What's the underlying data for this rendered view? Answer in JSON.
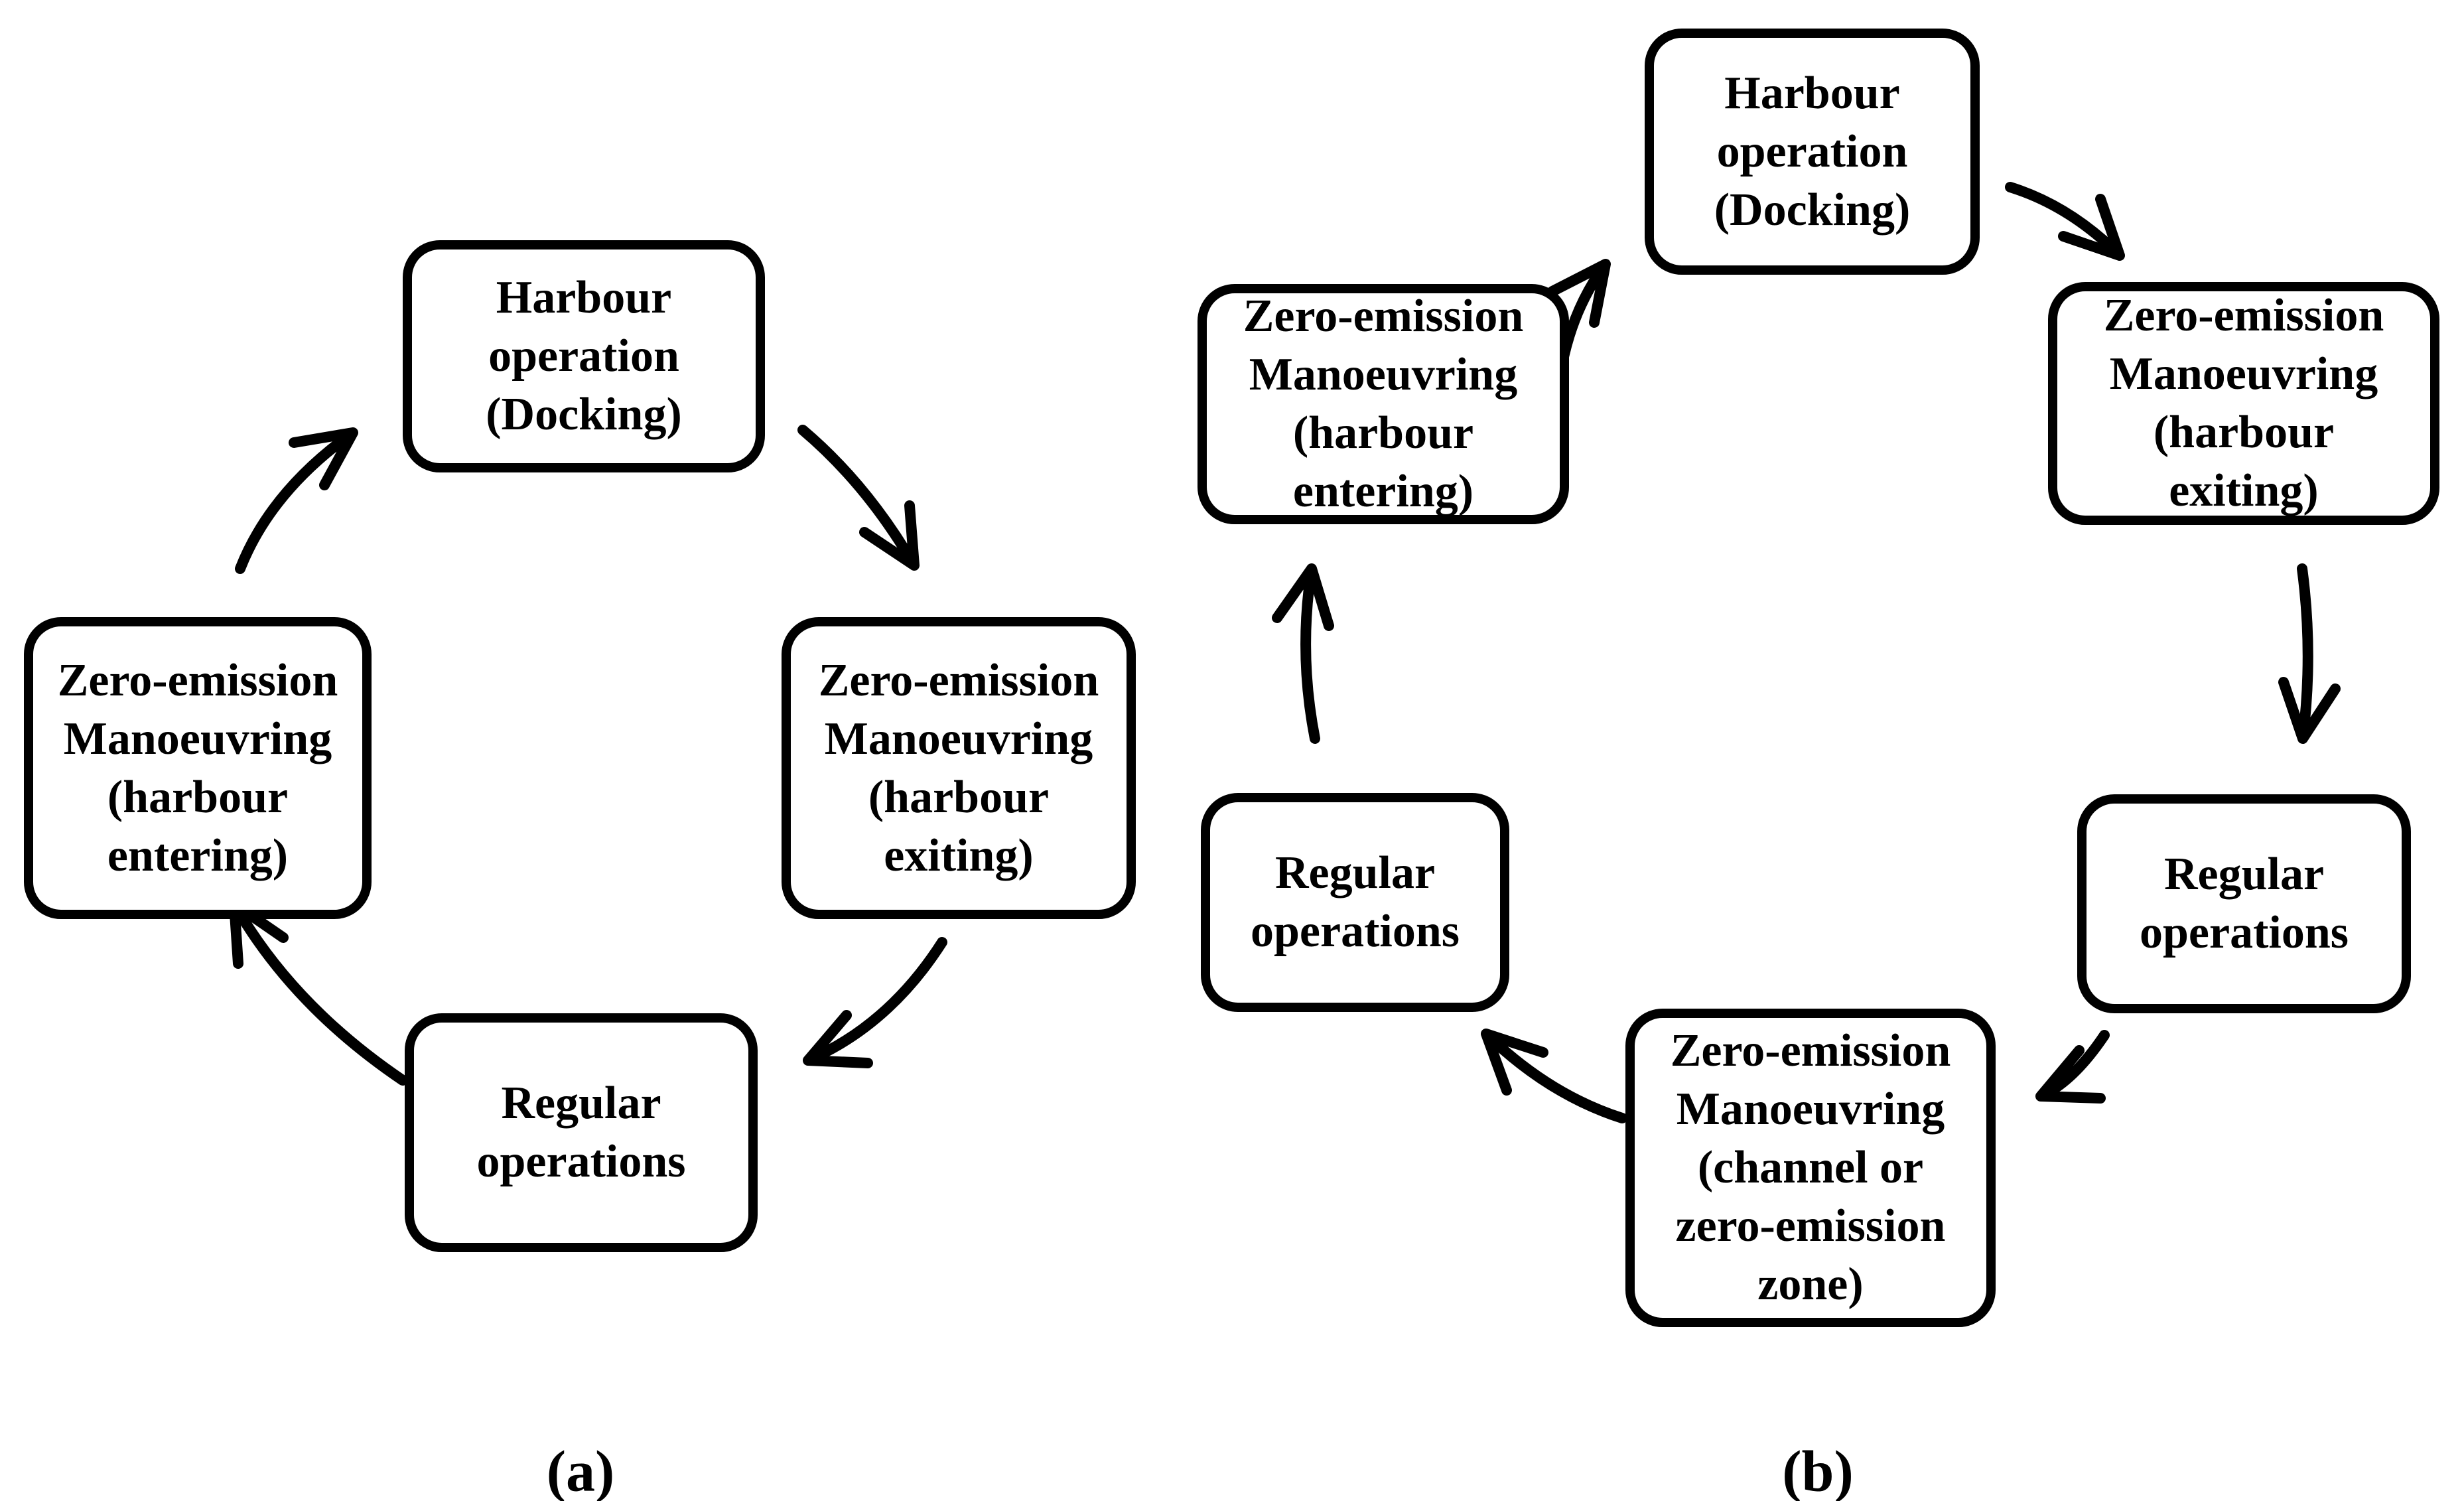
{
  "figure": {
    "colors": {
      "ink": "#000000",
      "background": "#ffffff"
    },
    "panels": [
      {
        "label": "(a)",
        "nodes": [
          {
            "id": "harbour-operation-docking",
            "label": "Harbour\noperation\n(Docking)"
          },
          {
            "id": "zero-emission-manoeuvring-harbour-exiting",
            "label": "Zero-emission\nManoeuvring\n(harbour\nexiting)"
          },
          {
            "id": "regular-operations",
            "label": "Regular\noperations"
          },
          {
            "id": "zero-emission-manoeuvring-harbour-entering",
            "label": "Zero-emission\nManoeuvring\n(harbour\nentering)"
          }
        ],
        "edges": [
          {
            "from": "harbour-operation-docking",
            "to": "zero-emission-manoeuvring-harbour-exiting"
          },
          {
            "from": "zero-emission-manoeuvring-harbour-exiting",
            "to": "regular-operations"
          },
          {
            "from": "regular-operations",
            "to": "zero-emission-manoeuvring-harbour-entering"
          },
          {
            "from": "zero-emission-manoeuvring-harbour-entering",
            "to": "harbour-operation-docking"
          }
        ]
      },
      {
        "label": "(b)",
        "nodes": [
          {
            "id": "harbour-operation-docking",
            "label": "Harbour\noperation\n(Docking)"
          },
          {
            "id": "zero-emission-manoeuvring-harbour-exiting",
            "label": "Zero-emission\nManoeuvring\n(harbour\nexiting)"
          },
          {
            "id": "regular-operations-after-exiting",
            "label": "Regular\noperations"
          },
          {
            "id": "zero-emission-manoeuvring-channel-or-zero-emission-zone",
            "label": "Zero-emission\nManoeuvring\n(channel or\nzero-emission\nzone)"
          },
          {
            "id": "regular-operations-before-entering",
            "label": "Regular\noperations"
          },
          {
            "id": "zero-emission-manoeuvring-harbour-entering",
            "label": "Zero-emission\nManoeuvring\n(harbour\nentering)"
          }
        ],
        "edges": [
          {
            "from": "zero-emission-manoeuvring-harbour-entering",
            "to": "harbour-operation-docking"
          },
          {
            "from": "harbour-operation-docking",
            "to": "zero-emission-manoeuvring-harbour-exiting"
          },
          {
            "from": "zero-emission-manoeuvring-harbour-exiting",
            "to": "regular-operations-after-exiting"
          },
          {
            "from": "regular-operations-after-exiting",
            "to": "zero-emission-manoeuvring-channel-or-zero-emission-zone"
          },
          {
            "from": "zero-emission-manoeuvring-channel-or-zero-emission-zone",
            "to": "regular-operations-before-entering"
          },
          {
            "from": "regular-operations-before-entering",
            "to": "zero-emission-manoeuvring-harbour-entering"
          }
        ]
      }
    ]
  }
}
